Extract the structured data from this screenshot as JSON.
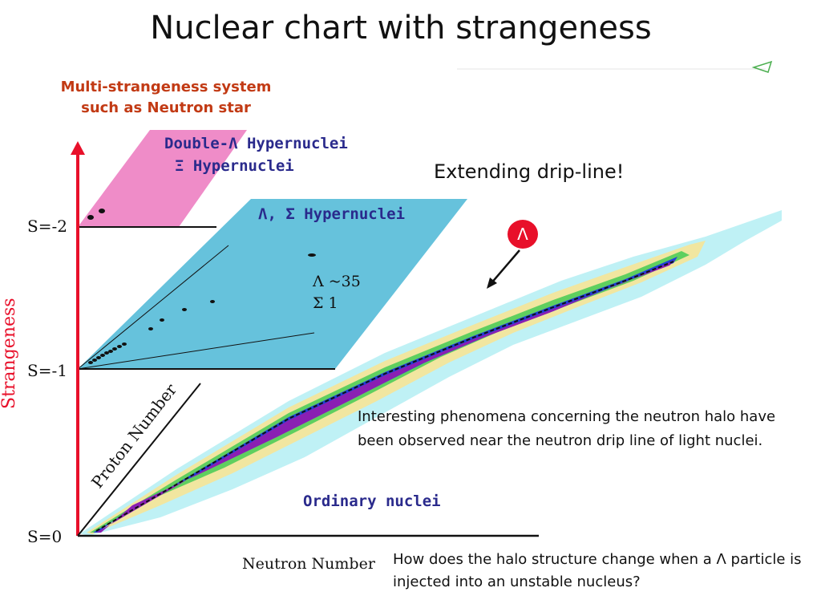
{
  "title": "Nuclear chart with strangeness",
  "multi_line1": "Multi-strangeness system",
  "multi_line2": "such as Neutron star",
  "planes": {
    "top_line1": "Double-Λ Hypernuclei",
    "top_line2": "Ξ Hypernuclei",
    "mid": "Λ, Σ Hypernuclei",
    "bottom": "Ordinary nuclei"
  },
  "counts": {
    "lambda": "Λ ~35",
    "sigma": "Σ 1"
  },
  "axes": {
    "strangeness": "Strangeness",
    "proton": "Proton Number",
    "neutron": "Neutron Number",
    "s2": "S=-2",
    "s1": "S=-1",
    "s0": "S=0"
  },
  "extending": "Extending drip-line!",
  "lambda_badge": "Λ",
  "phenomena": "Interesting phenomena concerning the neutron halo have   been observed near the neutron drip line of light nuclei.",
  "question": "How does the halo structure change when a Λ particle is injected into an unstable nucleus?",
  "colors": {
    "pink_plane": "#ef8cc8",
    "blue_plane": "#66c2dc",
    "label_text": "#2a2a8c",
    "axis_red": "#e8102a",
    "badge_red": "#e8102a",
    "accent_orange": "#c23a14"
  }
}
